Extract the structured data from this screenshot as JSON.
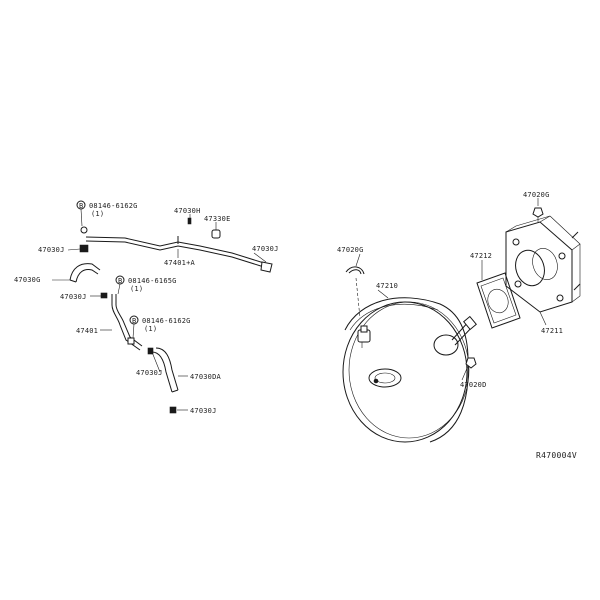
{
  "diagram": {
    "reference_code": "R470004V",
    "callouts": {
      "bolt_a": {
        "symbol": "B",
        "code": "08146-6162G",
        "qty": "(1)"
      },
      "bolt_b": {
        "symbol": "B",
        "code": "08146-6165G",
        "qty": "(1)"
      },
      "bolt_c": {
        "symbol": "B",
        "code": "08146-6162G",
        "qty": "(1)"
      }
    },
    "labels": {
      "p47030h": "47030H",
      "p47330e": "47330E",
      "p47030j_top": "47030J",
      "p47030j_right": "47030J",
      "p47030g": "47030G",
      "p47030j_mid": "47030J",
      "p47401a": "47401+A",
      "p47401": "47401",
      "p47030j_low": "47030J",
      "p47030da": "47030DA",
      "p47030j_bottom": "47030J",
      "p47020g": "47020G",
      "p47210": "47210",
      "p47212": "47212",
      "p47020g_right": "47020G",
      "p47211": "47211",
      "p47020d": "47020D"
    }
  }
}
